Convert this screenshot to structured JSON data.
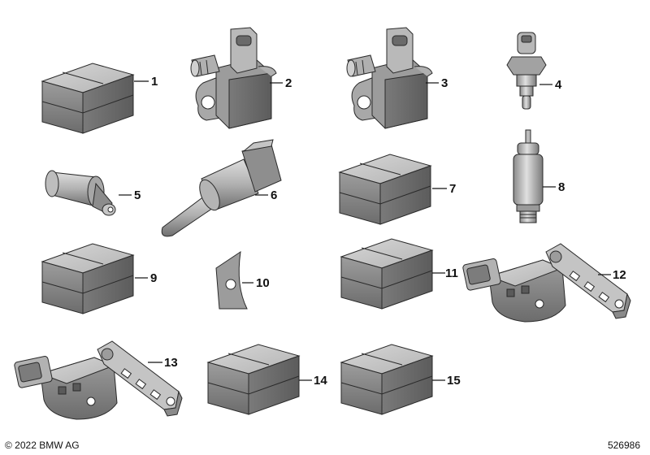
{
  "parts": [
    {
      "number": "1",
      "kind": "placeholder box",
      "icon": "box-icon"
    },
    {
      "number": "2",
      "kind": "sensor with connector",
      "icon": "sensor-connector-icon"
    },
    {
      "number": "3",
      "kind": "sensor with connector",
      "icon": "sensor-connector-icon"
    },
    {
      "number": "4",
      "kind": "temperature sensor",
      "icon": "temperature-sensor-icon"
    },
    {
      "number": "5",
      "kind": "pressure sensor",
      "icon": "pressure-sensor-icon"
    },
    {
      "number": "6",
      "kind": "probe sensor",
      "icon": "probe-sensor-icon"
    },
    {
      "number": "7",
      "kind": "placeholder box",
      "icon": "box-icon"
    },
    {
      "number": "8",
      "kind": "cylindrical sensor",
      "icon": "cylinder-sensor-icon"
    },
    {
      "number": "9",
      "kind": "placeholder box",
      "icon": "box-icon"
    },
    {
      "number": "10",
      "kind": "plate",
      "icon": "plate-icon"
    },
    {
      "number": "11",
      "kind": "placeholder box",
      "icon": "box-icon"
    },
    {
      "number": "12",
      "kind": "level sensor with arm",
      "icon": "level-sensor-icon"
    },
    {
      "number": "13",
      "kind": "level sensor with arm",
      "icon": "level-sensor-icon"
    },
    {
      "number": "14",
      "kind": "placeholder box",
      "icon": "box-icon"
    },
    {
      "number": "15",
      "kind": "placeholder box",
      "icon": "box-icon"
    }
  ],
  "footer": {
    "copyright": "© 2022 BMW AG",
    "document_number": "526986"
  },
  "colors": {
    "part_light": "#c9c9c9",
    "part_mid": "#9a9a9a",
    "part_dark": "#6f6f6f",
    "outline": "#2a2a2a"
  }
}
